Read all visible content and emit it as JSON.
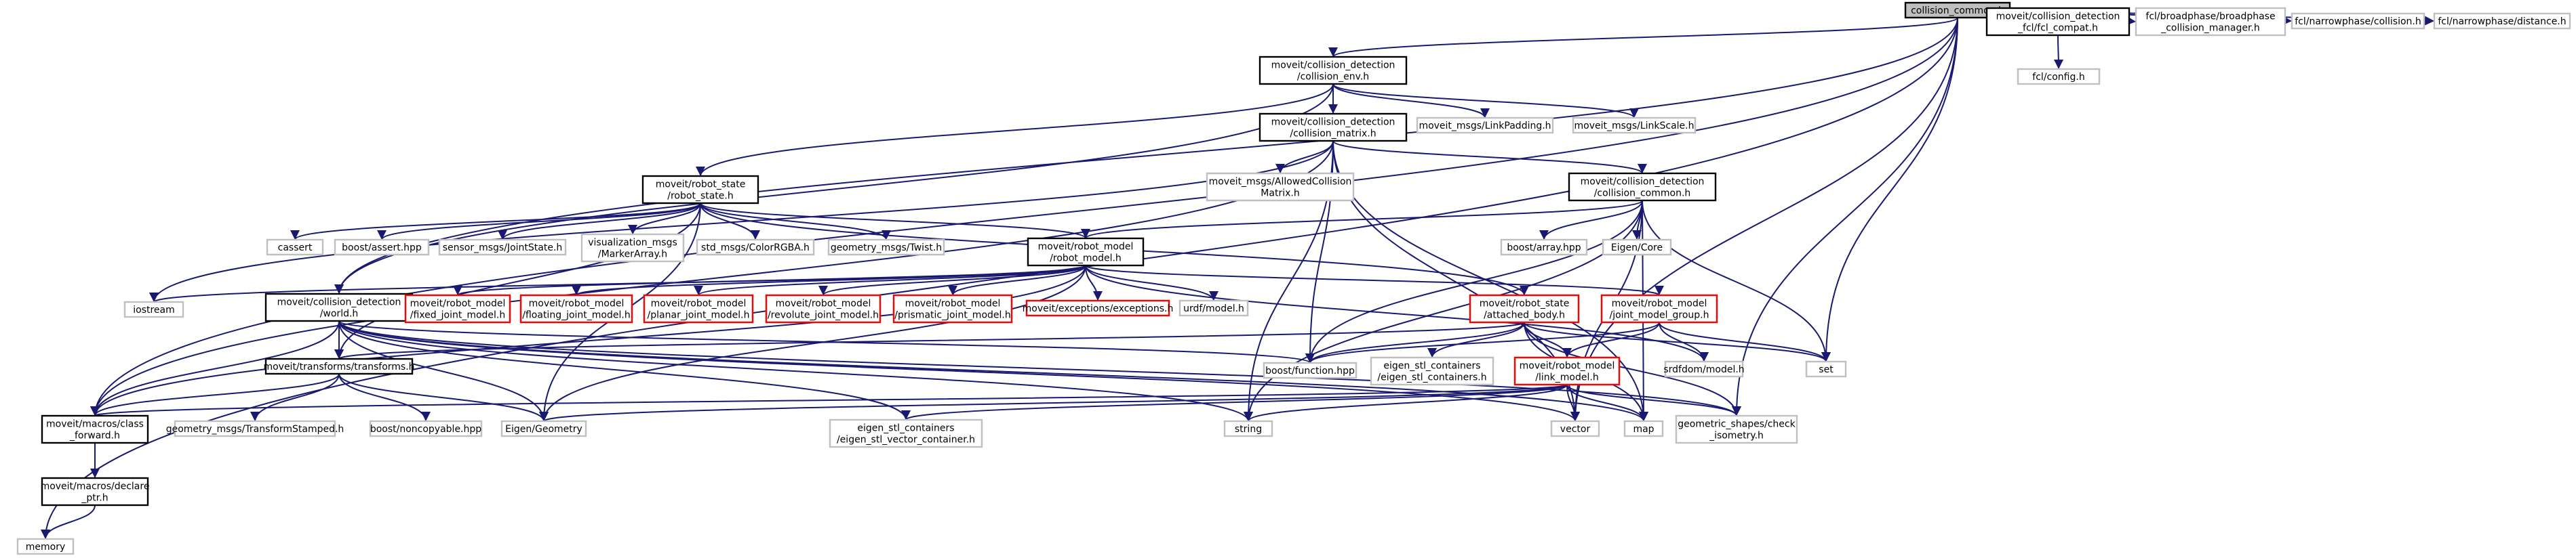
{
  "colors": {
    "edge": "#191970",
    "root_fill": "#bfbfbf",
    "normal_stroke": "#000000",
    "red_stroke": "#ff0000",
    "external_stroke": "#bfbfbf",
    "text": "#000000"
  },
  "nodes": [
    {
      "id": "root",
      "style": "root",
      "lines": [
        "collision_common.h"
      ]
    },
    {
      "id": "env",
      "style": "normal",
      "lines": [
        "moveit/collision_detection",
        "/collision_env.h"
      ]
    },
    {
      "id": "fclcompat",
      "style": "normal",
      "lines": [
        "moveit/collision_detection",
        "_fcl/fcl_compat.h"
      ]
    },
    {
      "id": "broadphase",
      "style": "external",
      "lines": [
        "fcl/broadphase/broadphase",
        "_collision_manager.h"
      ]
    },
    {
      "id": "narrowcoll",
      "style": "external",
      "lines": [
        "fcl/narrowphase/collision.h"
      ]
    },
    {
      "id": "narrowdist",
      "style": "external",
      "lines": [
        "fcl/narrowphase/distance.h"
      ]
    },
    {
      "id": "fclconfig",
      "style": "external",
      "lines": [
        "fcl/config.h"
      ]
    },
    {
      "id": "matrix",
      "style": "normal",
      "lines": [
        "moveit/collision_detection",
        "/collision_matrix.h"
      ]
    },
    {
      "id": "linkpadding",
      "style": "external",
      "lines": [
        "moveit_msgs/LinkPadding.h"
      ]
    },
    {
      "id": "linkscale",
      "style": "external",
      "lines": [
        "moveit_msgs/LinkScale.h"
      ]
    },
    {
      "id": "allowed",
      "style": "external",
      "lines": [
        "moveit_msgs/AllowedCollision",
        "Matrix.h"
      ]
    },
    {
      "id": "robotstate",
      "style": "normal",
      "lines": [
        "moveit/robot_state",
        "/robot_state.h"
      ]
    },
    {
      "id": "common",
      "style": "normal",
      "lines": [
        "moveit/collision_detection",
        "/collision_common.h"
      ]
    },
    {
      "id": "cassert",
      "style": "external",
      "lines": [
        "cassert"
      ]
    },
    {
      "id": "boostassert",
      "style": "external",
      "lines": [
        "boost/assert.hpp"
      ]
    },
    {
      "id": "jointstate",
      "style": "external",
      "lines": [
        "sensor_msgs/JointState.h"
      ]
    },
    {
      "id": "markerarray",
      "style": "external",
      "lines": [
        "visualization_msgs",
        "/MarkerArray.h"
      ]
    },
    {
      "id": "colorrgba",
      "style": "external",
      "lines": [
        "std_msgs/ColorRGBA.h"
      ]
    },
    {
      "id": "twist",
      "style": "external",
      "lines": [
        "geometry_msgs/Twist.h"
      ]
    },
    {
      "id": "robotmodel",
      "style": "normal",
      "lines": [
        "moveit/robot_model",
        "/robot_model.h"
      ]
    },
    {
      "id": "boostarray",
      "style": "external",
      "lines": [
        "boost/array.hpp"
      ]
    },
    {
      "id": "eigencore",
      "style": "external",
      "lines": [
        "Eigen/Core"
      ]
    },
    {
      "id": "iostream",
      "style": "external",
      "lines": [
        "iostream"
      ]
    },
    {
      "id": "world",
      "style": "normal",
      "lines": [
        "moveit/collision_detection",
        "/world.h"
      ]
    },
    {
      "id": "fixed",
      "style": "red",
      "lines": [
        "moveit/robot_model",
        "/fixed_joint_model.h"
      ]
    },
    {
      "id": "floating",
      "style": "red",
      "lines": [
        "moveit/robot_model",
        "/floating_joint_model.h"
      ]
    },
    {
      "id": "planar",
      "style": "red",
      "lines": [
        "moveit/robot_model",
        "/planar_joint_model.h"
      ]
    },
    {
      "id": "revolute",
      "style": "red",
      "lines": [
        "moveit/robot_model",
        "/revolute_joint_model.h"
      ]
    },
    {
      "id": "prismatic",
      "style": "red",
      "lines": [
        "moveit/robot_model",
        "/prismatic_joint_model.h"
      ]
    },
    {
      "id": "exceptions",
      "style": "red",
      "lines": [
        "moveit/exceptions/exceptions.h"
      ]
    },
    {
      "id": "urdf",
      "style": "external",
      "lines": [
        "urdf/model.h"
      ]
    },
    {
      "id": "attached",
      "style": "red",
      "lines": [
        "moveit/robot_state",
        "/attached_body.h"
      ]
    },
    {
      "id": "jointgroup",
      "style": "red",
      "lines": [
        "moveit/robot_model",
        "/joint_model_group.h"
      ]
    },
    {
      "id": "transforms",
      "style": "normal",
      "lines": [
        "moveit/transforms/transforms.h"
      ]
    },
    {
      "id": "boostfunction",
      "style": "external",
      "lines": [
        "boost/function.hpp"
      ]
    },
    {
      "id": "eigencontainers",
      "style": "external",
      "lines": [
        "eigen_stl_containers",
        "/eigen_stl_containers.h"
      ]
    },
    {
      "id": "linkmodel",
      "style": "red",
      "lines": [
        "moveit/robot_model",
        "/link_model.h"
      ]
    },
    {
      "id": "srdfdom",
      "style": "external",
      "lines": [
        "srdfdom/model.h"
      ]
    },
    {
      "id": "set",
      "style": "external",
      "lines": [
        "set"
      ]
    },
    {
      "id": "classforward",
      "style": "normal",
      "lines": [
        "moveit/macros/class",
        "_forward.h"
      ]
    },
    {
      "id": "transformstamped",
      "style": "external",
      "lines": [
        "geometry_msgs/TransformStamped.h"
      ]
    },
    {
      "id": "noncopyable",
      "style": "external",
      "lines": [
        "boost/noncopyable.hpp"
      ]
    },
    {
      "id": "eigengeometry",
      "style": "external",
      "lines": [
        "Eigen/Geometry"
      ]
    },
    {
      "id": "eigenvector",
      "style": "external",
      "lines": [
        "eigen_stl_containers",
        "/eigen_stl_vector_container.h"
      ]
    },
    {
      "id": "string",
      "style": "external",
      "lines": [
        "string"
      ]
    },
    {
      "id": "vector",
      "style": "external",
      "lines": [
        "vector"
      ]
    },
    {
      "id": "map",
      "style": "external",
      "lines": [
        "map"
      ]
    },
    {
      "id": "checkiso",
      "style": "external",
      "lines": [
        "geometric_shapes/check",
        "_isometry.h"
      ]
    },
    {
      "id": "declareptr",
      "style": "normal",
      "lines": [
        "moveit/macros/declare",
        "_ptr.h"
      ]
    },
    {
      "id": "memory",
      "style": "external",
      "lines": [
        "memory"
      ]
    }
  ],
  "edges": [
    [
      "root",
      "env"
    ],
    [
      "root",
      "fclcompat"
    ],
    [
      "root",
      "broadphase"
    ],
    [
      "root",
      "narrowcoll"
    ],
    [
      "root",
      "narrowdist"
    ],
    [
      "root",
      "world"
    ],
    [
      "root",
      "classforward"
    ],
    [
      "root",
      "memory"
    ],
    [
      "root",
      "set"
    ],
    [
      "root",
      "checkiso"
    ],
    [
      "root",
      "vector"
    ],
    [
      "fclcompat",
      "fclconfig"
    ],
    [
      "env",
      "matrix"
    ],
    [
      "env",
      "linkpadding"
    ],
    [
      "env",
      "linkscale"
    ],
    [
      "env",
      "robotstate"
    ],
    [
      "env",
      "world"
    ],
    [
      "matrix",
      "allowed"
    ],
    [
      "matrix",
      "common"
    ],
    [
      "matrix",
      "iostream"
    ],
    [
      "matrix",
      "classforward"
    ],
    [
      "matrix",
      "boostfunction"
    ],
    [
      "matrix",
      "map"
    ],
    [
      "matrix",
      "string"
    ],
    [
      "matrix",
      "vector"
    ],
    [
      "robotstate",
      "cassert"
    ],
    [
      "robotstate",
      "boostassert"
    ],
    [
      "robotstate",
      "jointstate"
    ],
    [
      "robotstate",
      "markerarray"
    ],
    [
      "robotstate",
      "colorrgba"
    ],
    [
      "robotstate",
      "twist"
    ],
    [
      "robotstate",
      "robotmodel"
    ],
    [
      "robotstate",
      "attached"
    ],
    [
      "robotstate",
      "transforms"
    ],
    [
      "robotstate",
      "eigengeometry"
    ],
    [
      "common",
      "robotmodel"
    ],
    [
      "common",
      "boostarray"
    ],
    [
      "common",
      "eigencore"
    ],
    [
      "common",
      "set"
    ],
    [
      "common",
      "string"
    ],
    [
      "common",
      "vector"
    ],
    [
      "common",
      "map"
    ],
    [
      "common",
      "boostfunction"
    ],
    [
      "robotmodel",
      "iostream"
    ],
    [
      "robotmodel",
      "fixed"
    ],
    [
      "robotmodel",
      "floating"
    ],
    [
      "robotmodel",
      "planar"
    ],
    [
      "robotmodel",
      "revolute"
    ],
    [
      "robotmodel",
      "prismatic"
    ],
    [
      "robotmodel",
      "exceptions"
    ],
    [
      "robotmodel",
      "urdf"
    ],
    [
      "robotmodel",
      "jointgroup"
    ],
    [
      "robotmodel",
      "srdfdom"
    ],
    [
      "robotmodel",
      "classforward"
    ],
    [
      "robotmodel",
      "eigengeometry"
    ],
    [
      "world",
      "transforms"
    ],
    [
      "world",
      "classforward"
    ],
    [
      "world",
      "eigengeometry"
    ],
    [
      "world",
      "eigenvector"
    ],
    [
      "world",
      "boostfunction"
    ],
    [
      "world",
      "string"
    ],
    [
      "world",
      "vector"
    ],
    [
      "world",
      "map"
    ],
    [
      "world",
      "checkiso"
    ],
    [
      "attached",
      "boostfunction"
    ],
    [
      "attached",
      "transforms"
    ],
    [
      "attached",
      "eigencontainers"
    ],
    [
      "attached",
      "linkmodel"
    ],
    [
      "attached",
      "set"
    ],
    [
      "attached",
      "map"
    ],
    [
      "attached",
      "checkiso"
    ],
    [
      "jointgroup",
      "linkmodel"
    ],
    [
      "jointgroup",
      "srdfdom"
    ],
    [
      "jointgroup",
      "set"
    ],
    [
      "jointgroup",
      "boostfunction"
    ],
    [
      "transforms",
      "classforward"
    ],
    [
      "transforms",
      "transformstamped"
    ],
    [
      "transforms",
      "noncopyable"
    ],
    [
      "transforms",
      "eigengeometry"
    ],
    [
      "linkmodel",
      "classforward"
    ],
    [
      "linkmodel",
      "eigengeometry"
    ],
    [
      "linkmodel",
      "eigenvector"
    ],
    [
      "linkmodel",
      "string"
    ],
    [
      "linkmodel",
      "vector"
    ],
    [
      "linkmodel",
      "map"
    ],
    [
      "linkmodel",
      "checkiso"
    ],
    [
      "classforward",
      "declareptr"
    ],
    [
      "declareptr",
      "memory"
    ]
  ]
}
